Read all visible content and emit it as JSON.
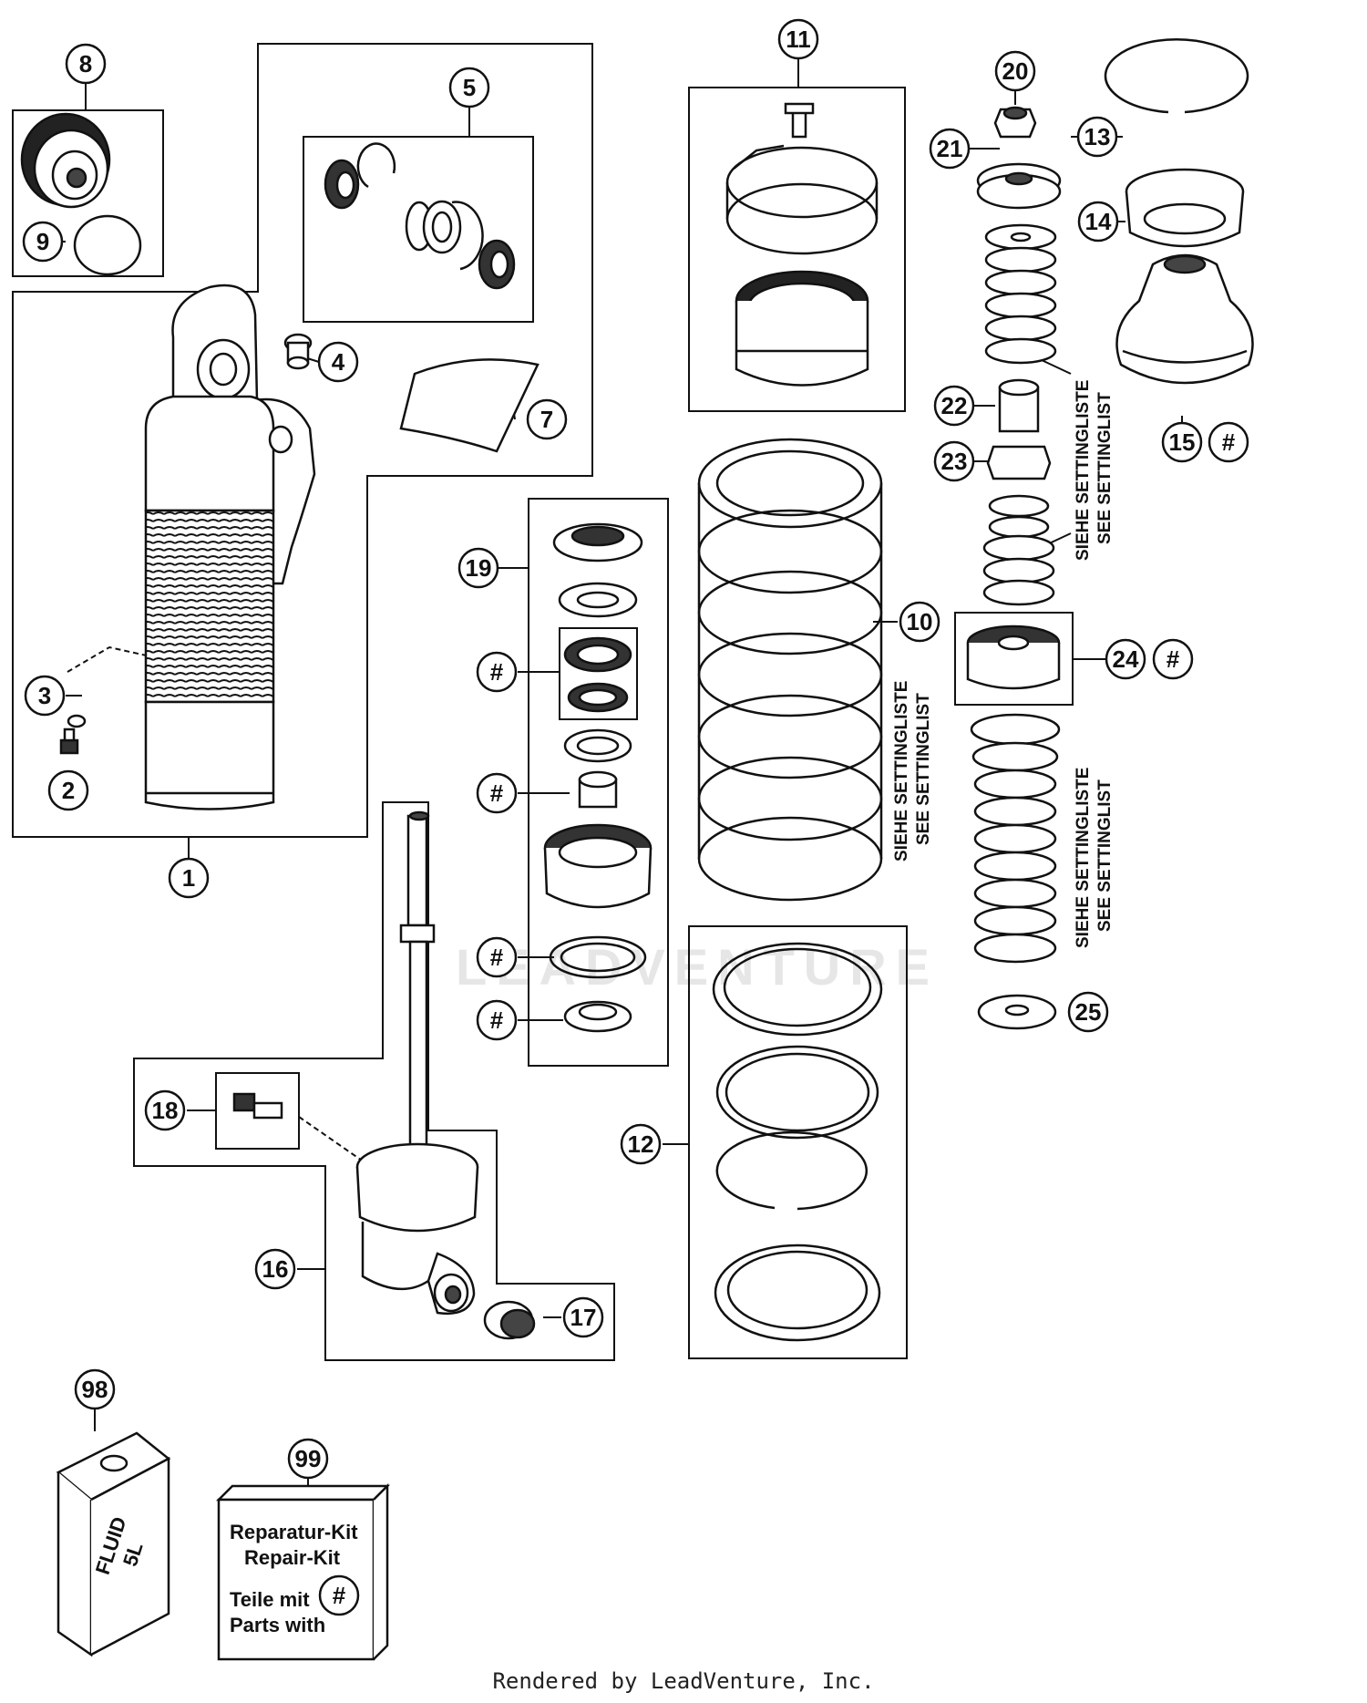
{
  "callouts": [
    {
      "id": "c8",
      "label": "8"
    },
    {
      "id": "c9",
      "label": "9"
    },
    {
      "id": "c5",
      "label": "5"
    },
    {
      "id": "c4",
      "label": "4"
    },
    {
      "id": "c7",
      "label": "7"
    },
    {
      "id": "c3",
      "label": "3"
    },
    {
      "id": "c2",
      "label": "2"
    },
    {
      "id": "c1",
      "label": "1"
    },
    {
      "id": "c11",
      "label": "11"
    },
    {
      "id": "c20",
      "label": "20"
    },
    {
      "id": "c13",
      "label": "13"
    },
    {
      "id": "c21",
      "label": "21"
    },
    {
      "id": "c14",
      "label": "14"
    },
    {
      "id": "c15",
      "label": "15"
    },
    {
      "id": "c15h",
      "label": "#"
    },
    {
      "id": "c22",
      "label": "22"
    },
    {
      "id": "c23",
      "label": "23"
    },
    {
      "id": "c19",
      "label": "19"
    },
    {
      "id": "cha",
      "label": "#"
    },
    {
      "id": "chb",
      "label": "#"
    },
    {
      "id": "chc",
      "label": "#"
    },
    {
      "id": "chd",
      "label": "#"
    },
    {
      "id": "c10",
      "label": "10"
    },
    {
      "id": "c24",
      "label": "24"
    },
    {
      "id": "c24h",
      "label": "#"
    },
    {
      "id": "c25",
      "label": "25"
    },
    {
      "id": "c12",
      "label": "12"
    },
    {
      "id": "c18",
      "label": "18"
    },
    {
      "id": "c16",
      "label": "16"
    },
    {
      "id": "c17",
      "label": "17"
    },
    {
      "id": "c98",
      "label": "98"
    },
    {
      "id": "c99",
      "label": "99"
    }
  ],
  "setting_notes": {
    "line1": "SIEHE SETTINGLISTE",
    "line2": "SEE SETTINGLIST"
  },
  "fluid_can": {
    "line1": "FLUID",
    "line2": "5L"
  },
  "repair_kit": {
    "line1": "Reparatur-Kit",
    "line2": "Repair-Kit",
    "line3": "Teile mit",
    "line4": "Parts with",
    "symbol": "#"
  },
  "watermark": "LEADVENTURE",
  "footer": "Rendered by LeadVenture, Inc."
}
